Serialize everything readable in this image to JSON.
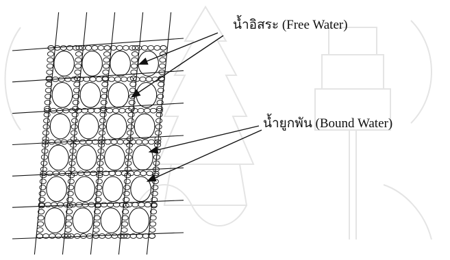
{
  "labels": {
    "free_water": "น้ำอิสระ (Free Water)",
    "bound_water": "น้ำยูกพัน (Bound Water)"
  },
  "grid": {
    "rows": 6,
    "cols": 4
  },
  "colors": {
    "ink": "#111111",
    "watermark": "#e4e4e4",
    "background": "#ffffff"
  }
}
